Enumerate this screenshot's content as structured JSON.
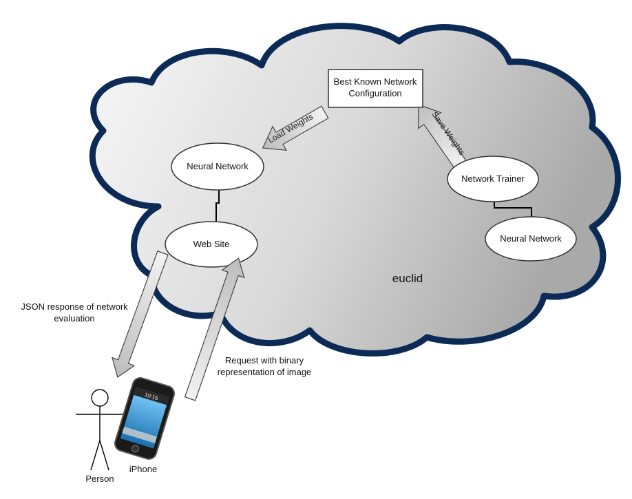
{
  "cloud": {
    "name": "euclid"
  },
  "nodes": {
    "best_known": {
      "line1": "Best Known Network",
      "line2": "Configuration"
    },
    "neural_network_left": "Neural Network",
    "network_trainer": "Network Trainer",
    "neural_network_right": "Neural Network",
    "web_site": "Web Site"
  },
  "arrows": {
    "load_weights": "Load Weights",
    "save_weights": "Save Weights"
  },
  "annotations": {
    "json_response": {
      "line1": "JSON response of network",
      "line2": "evaluation"
    },
    "request": {
      "line1": "Request with binary",
      "line2": "representation of image"
    }
  },
  "actors": {
    "person": "Person",
    "iphone": "iPhone"
  },
  "phone_screen_text": "10:15",
  "colors": {
    "cloud_border": "#0b2a55",
    "node_fill": "#ffffff",
    "arrow_fill": "#d6d6d6"
  }
}
